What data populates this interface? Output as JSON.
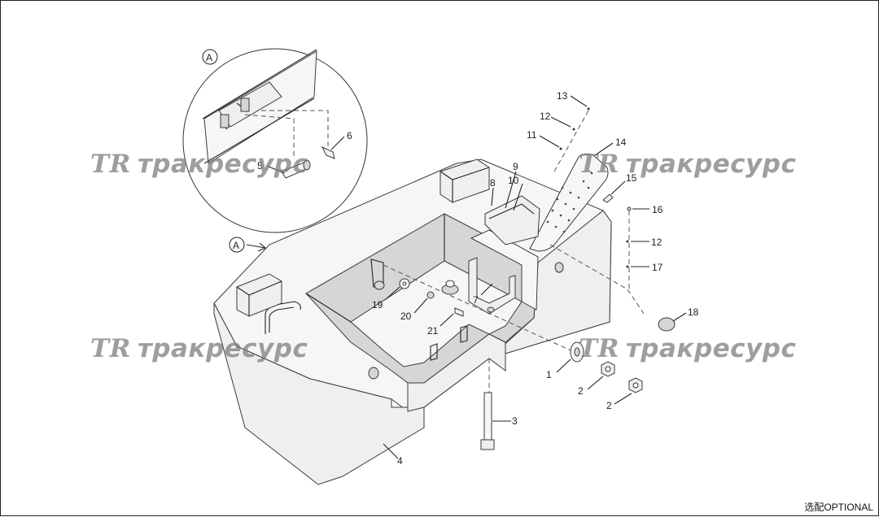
{
  "callouts": [
    {
      "id": "1",
      "label": "1"
    },
    {
      "id": "2a",
      "label": "2"
    },
    {
      "id": "2b",
      "label": "2"
    },
    {
      "id": "3",
      "label": "3"
    },
    {
      "id": "4",
      "label": "4"
    },
    {
      "id": "5",
      "label": "5"
    },
    {
      "id": "6",
      "label": "6"
    },
    {
      "id": "7",
      "label": "7"
    },
    {
      "id": "8",
      "label": "8"
    },
    {
      "id": "9",
      "label": "9"
    },
    {
      "id": "10",
      "label": "10"
    },
    {
      "id": "11",
      "label": "11"
    },
    {
      "id": "12a",
      "label": "12"
    },
    {
      "id": "12b",
      "label": "12"
    },
    {
      "id": "13",
      "label": "13"
    },
    {
      "id": "14",
      "label": "14"
    },
    {
      "id": "15",
      "label": "15"
    },
    {
      "id": "16",
      "label": "16"
    },
    {
      "id": "17",
      "label": "17"
    },
    {
      "id": "18",
      "label": "18"
    },
    {
      "id": "19",
      "label": "19"
    },
    {
      "id": "20",
      "label": "20"
    },
    {
      "id": "21",
      "label": "21"
    }
  ],
  "detail_marker": "A",
  "view_marker": "A",
  "watermark": {
    "logo": "TR",
    "text": "тракресурс"
  },
  "footer": {
    "optional_note": "选配OPTIONAL"
  },
  "colors": {
    "line": "#222222",
    "part_fill": "#efefef",
    "watermark": "#7a7a7a"
  }
}
